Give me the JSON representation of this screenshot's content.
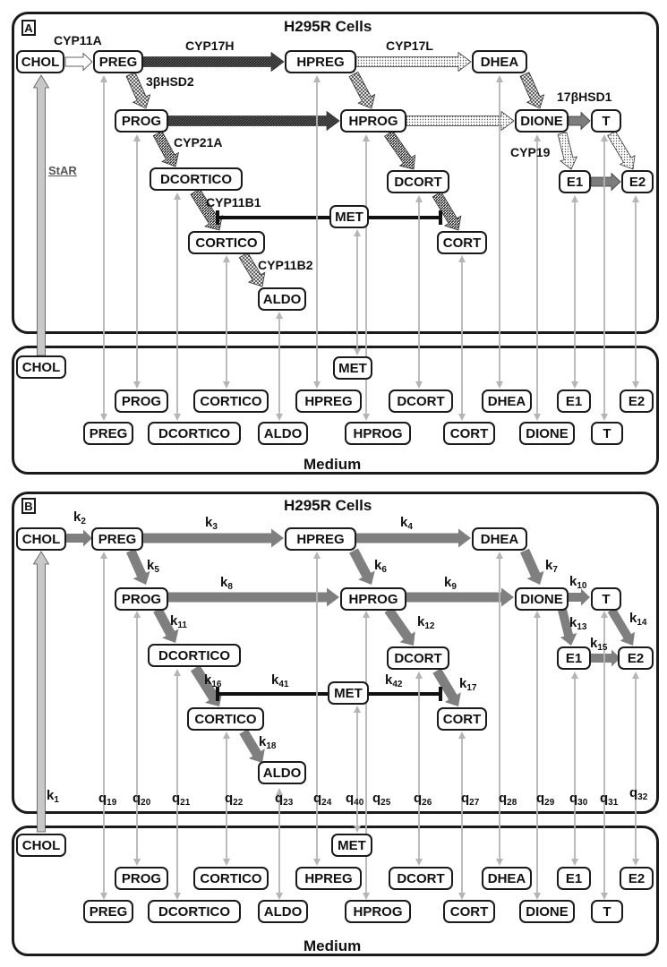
{
  "panel_a": {
    "tag": "A",
    "title": "H295R Cells",
    "medium_title": "Medium",
    "cell_nodes": {
      "chol": "CHOL",
      "preg": "PREG",
      "hpreg": "HPREG",
      "dhea": "DHEA",
      "prog": "PROG",
      "hprog": "HPROG",
      "dione": "DIONE",
      "t": "T",
      "dcortico": "DCORTICO",
      "dcort": "DCORT",
      "e1": "E1",
      "e2": "E2",
      "met": "MET",
      "cortico": "CORTICO",
      "cort": "CORT",
      "aldo": "ALDO"
    },
    "medium_nodes": {
      "chol": "CHOL",
      "met": "MET",
      "prog": "PROG",
      "cortico": "CORTICO",
      "hpreg": "HPREG",
      "dcort": "DCORT",
      "dhea": "DHEA",
      "e1": "E1",
      "e2": "E2",
      "preg": "PREG",
      "dcortico": "DCORTICO",
      "aldo": "ALDO",
      "hprog": "HPROG",
      "cort": "CORT",
      "dione": "DIONE",
      "t": "T"
    },
    "enzymes": {
      "cyp11a": "CYP11A",
      "cyp17h": "CYP17H",
      "cyp17l": "CYP17L",
      "hsd3b2": "3βHSD2",
      "hsd17b1": "17βHSD1",
      "cyp21a": "CYP21A",
      "cyp19": "CYP19",
      "cyp11b1": "CYP11B1",
      "cyp11b2": "CYP11B2",
      "star": "StAR"
    }
  },
  "panel_b": {
    "tag": "B",
    "title": "H295R Cells",
    "medium_title": "Medium",
    "cell_nodes": {
      "chol": "CHOL",
      "preg": "PREG",
      "hpreg": "HPREG",
      "dhea": "DHEA",
      "prog": "PROG",
      "hprog": "HPROG",
      "dione": "DIONE",
      "t": "T",
      "dcortico": "DCORTICO",
      "dcort": "DCORT",
      "e1": "E1",
      "e2": "E2",
      "met": "MET",
      "cortico": "CORTICO",
      "cort": "CORT",
      "aldo": "ALDO"
    },
    "medium_nodes": {
      "chol": "CHOL",
      "met": "MET",
      "prog": "PROG",
      "cortico": "CORTICO",
      "hpreg": "HPREG",
      "dcort": "DCORT",
      "dhea": "DHEA",
      "e1": "E1",
      "e2": "E2",
      "preg": "PREG",
      "dcortico": "DCORTICO",
      "aldo": "ALDO",
      "hprog": "HPROG",
      "cort": "CORT",
      "dione": "DIONE",
      "t": "T"
    },
    "rate_constants": {
      "k1": {
        "base": "k",
        "sub": "1"
      },
      "k2": {
        "base": "k",
        "sub": "2"
      },
      "k3": {
        "base": "k",
        "sub": "3"
      },
      "k4": {
        "base": "k",
        "sub": "4"
      },
      "k5": {
        "base": "k",
        "sub": "5"
      },
      "k6": {
        "base": "k",
        "sub": "6"
      },
      "k7": {
        "base": "k",
        "sub": "7"
      },
      "k8": {
        "base": "k",
        "sub": "8"
      },
      "k9": {
        "base": "k",
        "sub": "9"
      },
      "k10": {
        "base": "k",
        "sub": "10"
      },
      "k11": {
        "base": "k",
        "sub": "11"
      },
      "k12": {
        "base": "k",
        "sub": "12"
      },
      "k13": {
        "base": "k",
        "sub": "13"
      },
      "k14": {
        "base": "k",
        "sub": "14"
      },
      "k15": {
        "base": "k",
        "sub": "15"
      },
      "k16": {
        "base": "k",
        "sub": "16"
      },
      "k17": {
        "base": "k",
        "sub": "17"
      },
      "k18": {
        "base": "k",
        "sub": "18"
      },
      "k41": {
        "base": "k",
        "sub": "41"
      },
      "k42": {
        "base": "k",
        "sub": "42"
      }
    },
    "transport_constants": {
      "q19": {
        "base": "q",
        "sub": "19"
      },
      "q20": {
        "base": "q",
        "sub": "20"
      },
      "q21": {
        "base": "q",
        "sub": "21"
      },
      "q22": {
        "base": "q",
        "sub": "22"
      },
      "q23": {
        "base": "q",
        "sub": "23"
      },
      "q24": {
        "base": "q",
        "sub": "24"
      },
      "q40": {
        "base": "q",
        "sub": "40"
      },
      "q25": {
        "base": "q",
        "sub": "25"
      },
      "q26": {
        "base": "q",
        "sub": "26"
      },
      "q27": {
        "base": "q",
        "sub": "27"
      },
      "q28": {
        "base": "q",
        "sub": "28"
      },
      "q29": {
        "base": "q",
        "sub": "29"
      },
      "q30": {
        "base": "q",
        "sub": "30"
      },
      "q31": {
        "base": "q",
        "sub": "31"
      },
      "q32": {
        "base": "q",
        "sub": "32"
      }
    }
  },
  "colors": {
    "frame": "#1a1a1a",
    "arrow_gray": "#7f7f7f",
    "exchange_gray": "#b5b5b5",
    "inhibition": "#111111",
    "hatch_dark": "#333333"
  }
}
